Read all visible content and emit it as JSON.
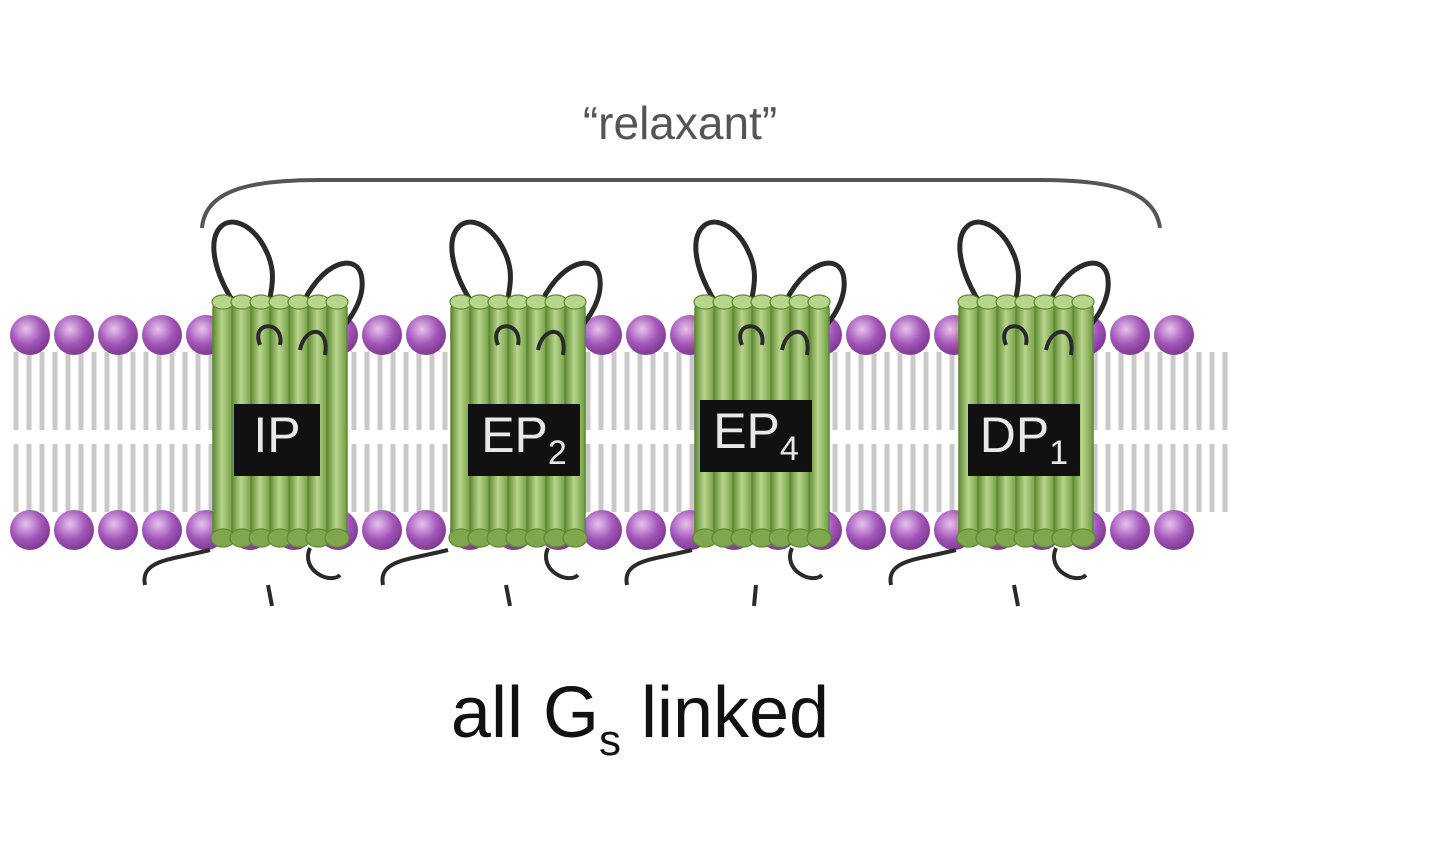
{
  "diagram": {
    "bracket_label": "“relaxant”",
    "caption": {
      "text": "all G",
      "subscript": "s",
      "suffix": " linked"
    },
    "receptors": [
      {
        "name": "IP",
        "subscript": ""
      },
      {
        "name": "EP",
        "subscript": "2"
      },
      {
        "name": "EP",
        "subscript": "4"
      },
      {
        "name": "DP",
        "subscript": "1"
      }
    ],
    "colors": {
      "lipid_head": "#a356b8",
      "lipid_head_highlight": "#d9a9e4",
      "lipid_tail": "#c9c9c9",
      "receptor_green": "#7fa84e",
      "receptor_green_dark": "#5f8a35",
      "receptor_green_light": "#b8d58c",
      "loop": "#2a2a2a",
      "bracket": "#555555"
    }
  }
}
